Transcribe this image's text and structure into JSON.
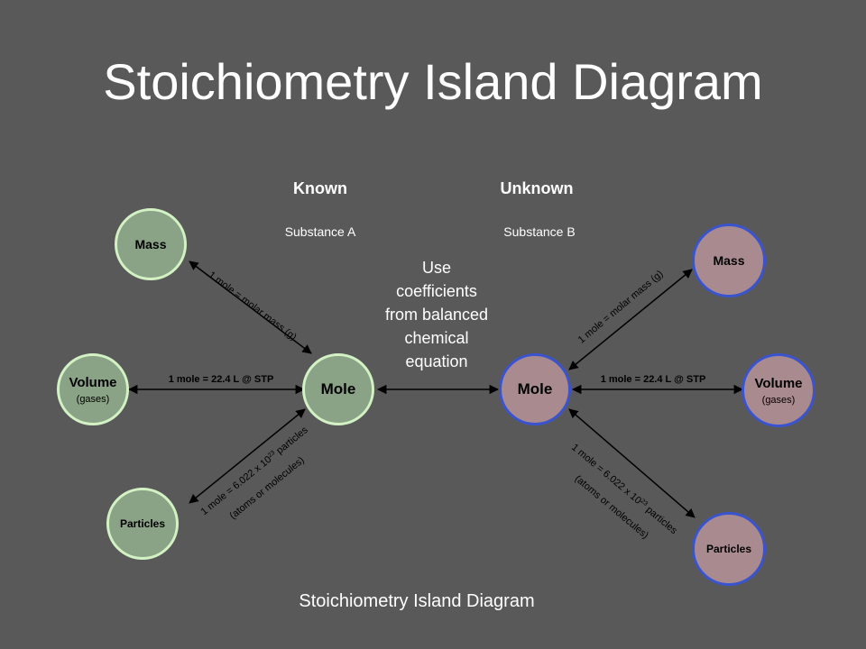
{
  "title": "Stoichiometry Island Diagram",
  "caption": "Stoichiometry Island Diagram",
  "known": {
    "heading": "Known",
    "substance": "Substance A"
  },
  "unknown": {
    "heading": "Unknown",
    "substance": "Substance B"
  },
  "center_note": {
    "line1": "Use",
    "line2": "coefficients",
    "line3": "from balanced",
    "line4": "chemical",
    "line5": "equation"
  },
  "nodes": {
    "left_mass": "Mass",
    "left_volume": "Volume",
    "left_volume_sub": "(gases)",
    "left_particles": "Particles",
    "left_mole": "Mole",
    "right_mole": "Mole",
    "right_mass": "Mass",
    "right_volume": "Volume",
    "right_volume_sub": "(gases)",
    "right_particles": "Particles"
  },
  "relations": {
    "molar_mass_left": "1 mole  =  molar mass (g)",
    "molar_mass_right": "1 mole  =  molar mass (g)",
    "stp_left": "1 mole  =  22.4 L @ STP",
    "stp_right": "1 mole  =  22.4 L @ STP",
    "particles_main": "1 mole  =  6.022 x 10",
    "particles_exp": "23",
    "particles_tail": " particles",
    "particles_sub": "(atoms or molecules)"
  },
  "colors": {
    "background": "#595959",
    "known_fill": "#8aa285",
    "known_ring": "#d3f2c4",
    "unknown_fill": "#a98a8f",
    "unknown_ring": "#3a54cf"
  }
}
